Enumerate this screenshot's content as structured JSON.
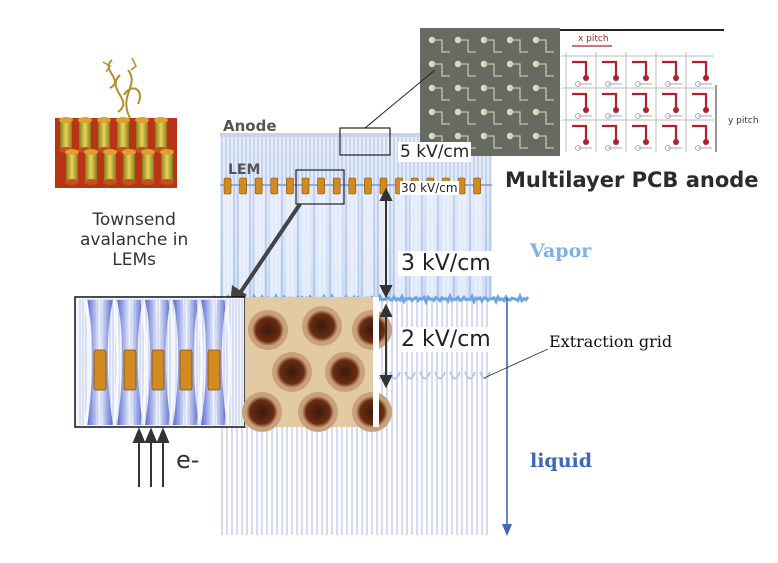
{
  "labels": {
    "anode": "Anode",
    "lem": "LEM",
    "field_anode": "5 kV/cm",
    "field_lem": "30 kV/cm",
    "field_vapor": "3 kV/cm",
    "field_liquid": "2 kV/cm",
    "townsend": "Townsend\navalanche in\nLEMs",
    "pcb": "Multilayer PCB anode",
    "vapor": "Vapor",
    "liquid": "liquid",
    "extraction": "Extraction grid",
    "electron": "e-",
    "x_pitch": "x pitch",
    "y_pitch": "y pitch"
  },
  "colors": {
    "field_line": "#3a4fc8",
    "lem_electrode": "#d18b21",
    "surface": "#6fa5e0",
    "vapor_label": "#7fb0e8",
    "liquid_label": "#3f67b5",
    "pcb_red": "#b42025",
    "arrow": "#333333"
  },
  "icons": {
    "avalanche": "townsend-avalanche-illustration",
    "pcb_photo": "pcb-photo",
    "pcb_schematic": "pcb-schematic",
    "lem_photo": "lem-hole-photo"
  }
}
